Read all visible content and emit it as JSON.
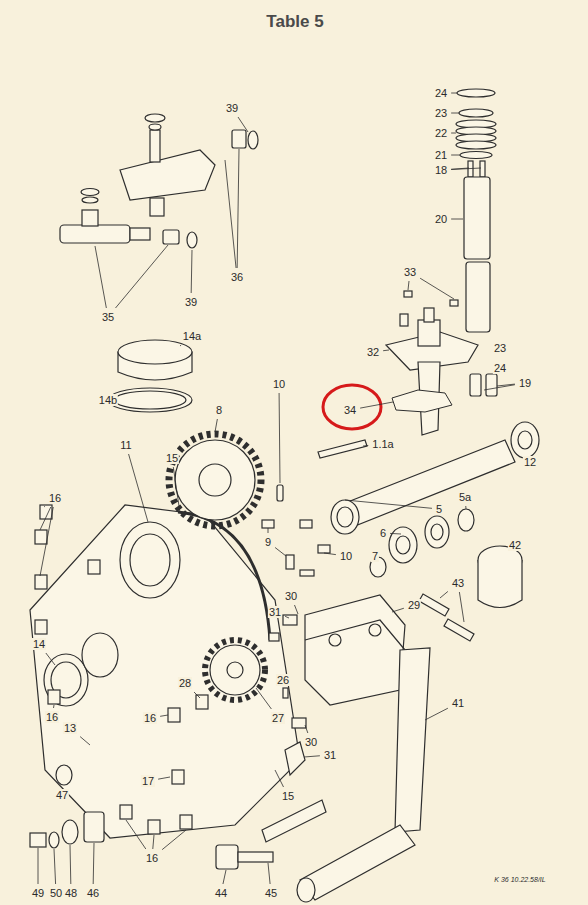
{
  "diagram": {
    "title": "Table 5",
    "labels": [
      "24",
      "23",
      "22",
      "21",
      "18",
      "39",
      "20",
      "33",
      "36",
      "35",
      "39",
      "32",
      "23",
      "24",
      "14a",
      "19",
      "14b",
      "34",
      "10",
      "1.1a",
      "12",
      "8",
      "11",
      "15",
      "16",
      "5",
      "5a",
      "9",
      "6",
      "7",
      "10",
      "42",
      "43",
      "31",
      "30",
      "29",
      "14",
      "16",
      "28",
      "16",
      "26",
      "27",
      "41",
      "13",
      "30",
      "31",
      "15",
      "47",
      "17",
      "16",
      "49",
      "50",
      "48",
      "46",
      "44",
      "45",
      "K 36 10.22.58/IL"
    ]
  }
}
